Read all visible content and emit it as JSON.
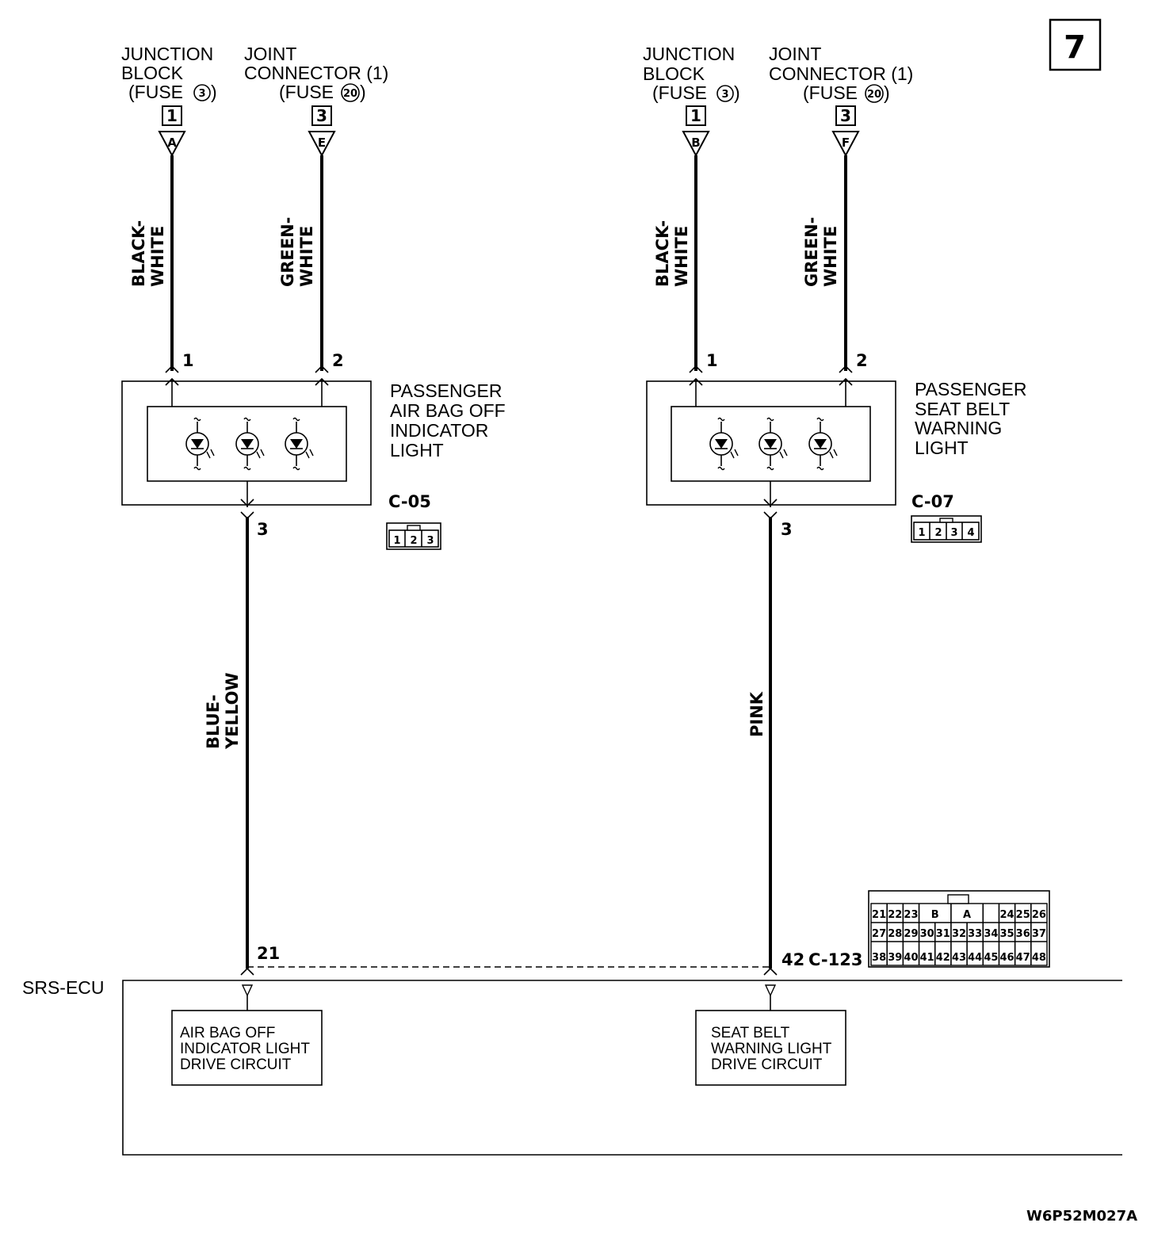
{
  "page_number": "7",
  "figure_code": "W6P52M027A",
  "left_circuit": {
    "junction_block": {
      "line1": "JUNCTION",
      "line2": "BLOCK",
      "line3": "(FUSE",
      "fuse": "3",
      "line3_end": ")",
      "pin_box": "1",
      "connector_letter": "A"
    },
    "joint_connector": {
      "line1": "JOINT",
      "line2": "CONNECTOR (1)",
      "line3": "(FUSE",
      "fuse": "20",
      "line3_end": ")",
      "pin_box": "3",
      "connector_letter": "E"
    },
    "wire1_color": {
      "line1": "BLACK-",
      "line2": "WHITE"
    },
    "wire2_color": {
      "line1": "GREEN-",
      "line2": "WHITE"
    },
    "pin1": "1",
    "pin2": "2",
    "pin3": "3",
    "device": {
      "line1": "PASSENGER",
      "line2": "AIR BAG OFF",
      "line3": "INDICATOR",
      "line4": "LIGHT"
    },
    "connector_id": "C-05",
    "connector_pins": [
      "1",
      "2",
      "3"
    ],
    "output_wire_color": {
      "line1": "BLUE-",
      "line2": "YELLOW"
    },
    "ecu_pin": "21",
    "ecu_circuit": {
      "line1": "AIR BAG OFF",
      "line2": "INDICATOR LIGHT",
      "line3": "DRIVE CIRCUIT"
    }
  },
  "right_circuit": {
    "junction_block": {
      "line1": "JUNCTION",
      "line2": "BLOCK",
      "line3": "(FUSE",
      "fuse": "3",
      "line3_end": ")",
      "pin_box": "1",
      "connector_letter": "B"
    },
    "joint_connector": {
      "line1": "JOINT",
      "line2": "CONNECTOR (1)",
      "line3": "(FUSE",
      "fuse": "20",
      "line3_end": ")",
      "pin_box": "3",
      "connector_letter": "F"
    },
    "wire1_color": {
      "line1": "BLACK-",
      "line2": "WHITE"
    },
    "wire2_color": {
      "line1": "GREEN-",
      "line2": "WHITE"
    },
    "pin1": "1",
    "pin2": "2",
    "pin3": "3",
    "device": {
      "line1": "PASSENGER",
      "line2": "SEAT BELT",
      "line3": "WARNING",
      "line4": "LIGHT"
    },
    "connector_id": "C-07",
    "connector_pins": [
      "1",
      "2",
      "3",
      "4"
    ],
    "output_wire_color": "PINK",
    "ecu_pin": "42",
    "ecu_connector_id": "C-123",
    "ecu_circuit": {
      "line1": "SEAT BELT",
      "line2": "WARNING LIGHT",
      "line3": "DRIVE CIRCUIT"
    }
  },
  "ecu_label": "SRS-ECU",
  "ecu_connector": {
    "row1": [
      "21",
      "22",
      "23",
      "B",
      "A",
      "24",
      "25",
      "26"
    ],
    "row2": [
      "27",
      "28",
      "29",
      "30",
      "31",
      "32",
      "33",
      "34",
      "35",
      "36",
      "37"
    ],
    "row3": [
      "38",
      "39",
      "40",
      "41",
      "42",
      "43",
      "44",
      "45",
      "46",
      "47",
      "48"
    ]
  }
}
